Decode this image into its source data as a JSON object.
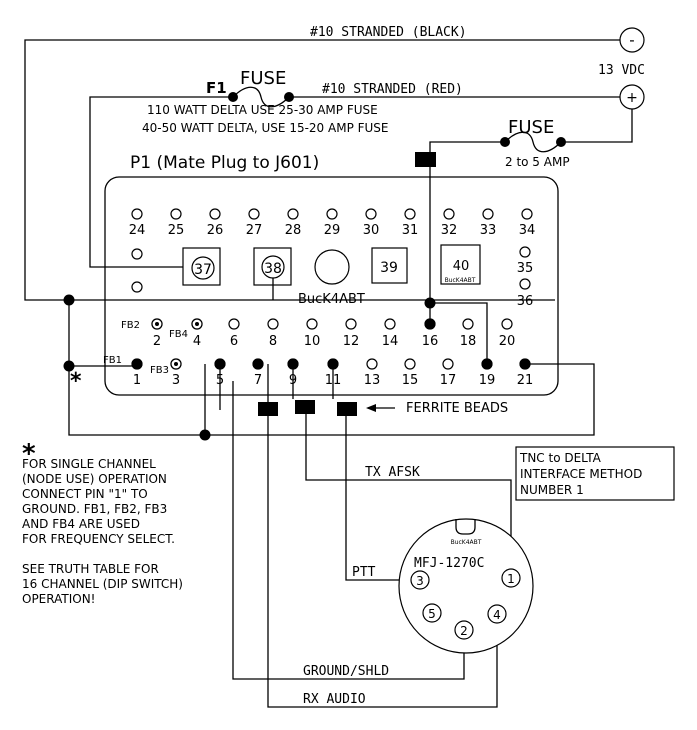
{
  "wires": {
    "black": "#10 STRANDED (BLACK)",
    "red": "#10 STRANDED (RED)"
  },
  "supply": {
    "voltage": "13 VDC",
    "minus": "-",
    "plus": "+"
  },
  "main_fuse": {
    "f1": "F1",
    "label": "FUSE",
    "note_line1": "110 WATT DELTA USE 25-30 AMP FUSE",
    "note_line2": "40-50 WATT DELTA, USE 15-20 AMP FUSE"
  },
  "small_fuse": {
    "label": "FUSE",
    "rating": "2 to 5 AMP"
  },
  "plug": {
    "title": "P1 (Mate Plug to J601)",
    "credit": "BucK4ABT",
    "row1_labels": [
      "24",
      "25",
      "26",
      "27",
      "28",
      "29",
      "30",
      "31",
      "32",
      "33",
      "34"
    ],
    "side_labels": [
      "35",
      "36"
    ],
    "box_pins": [
      "37",
      "38",
      "39",
      "40"
    ],
    "box40_credit": "BucK4ABT",
    "row3_labels": [
      "2",
      "4",
      "6",
      "8",
      "10",
      "12",
      "14",
      "16",
      "18",
      "20"
    ],
    "row4_labels": [
      "1",
      "3",
      "5",
      "7",
      "9",
      "11",
      "13",
      "15",
      "17",
      "19",
      "21"
    ],
    "fb_labels": [
      "FB1",
      "FB2",
      "FB3",
      "FB4"
    ]
  },
  "ferrite": {
    "label": "FERRITE BEADS"
  },
  "footnote": {
    "star": "*",
    "lines": [
      "FOR SINGLE CHANNEL",
      "(NODE USE) OPERATION",
      "CONNECT PIN \"1\" TO",
      "GROUND.  FB1, FB2, FB3",
      "AND FB4 ARE USED",
      "FOR FREQUENCY SELECT.",
      "",
      "SEE TRUTH TABLE FOR",
      "16 CHANNEL (DIP SWITCH)",
      "OPERATION!"
    ]
  },
  "tnc_box": {
    "lines": [
      "TNC to DELTA",
      "INTERFACE METHOD",
      "NUMBER 1"
    ]
  },
  "din": {
    "model": "MFJ-1270C",
    "credit": "BucK4ABT",
    "pins": [
      "1",
      "2",
      "3",
      "4",
      "5"
    ]
  },
  "signals": {
    "tx": "TX AFSK",
    "ptt": "PTT",
    "ground": "GROUND/SHLD",
    "rx": "RX AUDIO"
  }
}
